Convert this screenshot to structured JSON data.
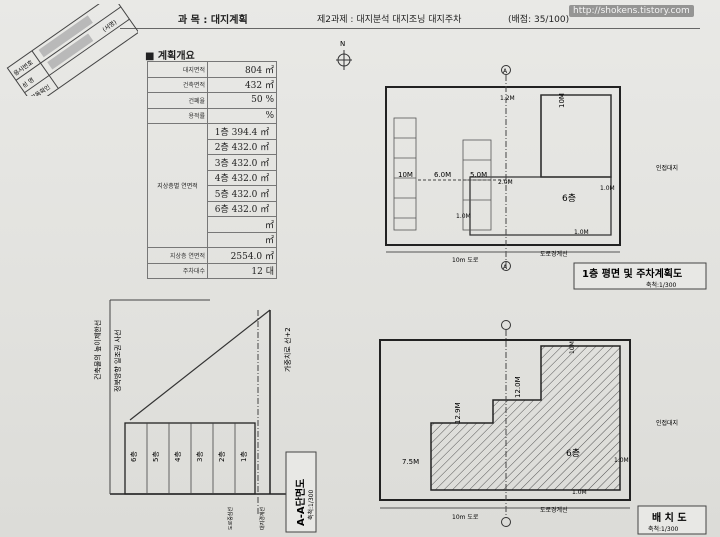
{
  "header": {
    "subject": "과 목 : 대지계획",
    "problem_title": "제2과제 : 대지분석 대지조닝 대지주차",
    "score": "(배점: 35/100)"
  },
  "watermark": "http://shokens.tistory.com",
  "exam_tag": {
    "labels": [
      "응시번호",
      "성 명",
      "감독확인"
    ],
    "signature_note": "(서명)"
  },
  "planning_summary": {
    "section_title": "■ 계획개요",
    "rows": [
      {
        "label": "대지면적",
        "value": "804 ㎡"
      },
      {
        "label": "건축면적",
        "value": "432 ㎡"
      },
      {
        "label": "건폐율",
        "value": "50 %"
      },
      {
        "label": "용적률",
        "value": "%"
      }
    ],
    "group_label": "지상층별 연면적",
    "floors": [
      {
        "floor": "1층",
        "area": "394.4 ㎡"
      },
      {
        "floor": "2층",
        "area": "432.0 ㎡"
      },
      {
        "floor": "3층",
        "area": "432.0 ㎡"
      },
      {
        "floor": "4층",
        "area": "432.0 ㎡"
      },
      {
        "floor": "5층",
        "area": "432.0 ㎡"
      },
      {
        "floor": "6층",
        "area": "432.0 ㎡"
      }
    ],
    "total_label": "지상층 연면적",
    "total_value": "2554.0 ㎡",
    "parking_label": "주차대수",
    "parking_value": "12 대",
    "unit_m2": "㎡"
  },
  "plan_first_floor": {
    "title": "1층 평면 및 주차계획도",
    "scale": "축척:1/300",
    "dims": [
      "10M",
      "6.0M",
      "5.0M",
      "2.0M",
      "1.2M",
      "1.0M",
      "10M",
      "1.0M",
      "1.0M"
    ],
    "floor_label": "6층",
    "road": "10m 도로",
    "boundary": "도로경계선",
    "adjacent": "인접대지",
    "section_mark": "A"
  },
  "site_plan": {
    "title": "배 치 도",
    "scale": "축척:1/300",
    "dims": [
      "12.0M",
      "12.9M",
      "7.5M",
      "10M",
      "1.0M",
      "1.0M"
    ],
    "floor_label": "6층",
    "road": "10m 도로",
    "boundary": "도로경계선",
    "adjacent": "인접대지"
  },
  "section": {
    "title": "A-A단면도",
    "scale": "축척:1/300",
    "note_1": "건축물의 높이제한선",
    "note_2": "정북방향 일조권 사선",
    "note_3": "가중치로 선+2",
    "floors": [
      "6층",
      "5층",
      "4층",
      "3층",
      "2층",
      "1층"
    ],
    "road": "도로중심선",
    "boundary": "대지경계선"
  },
  "north_mark": "N"
}
